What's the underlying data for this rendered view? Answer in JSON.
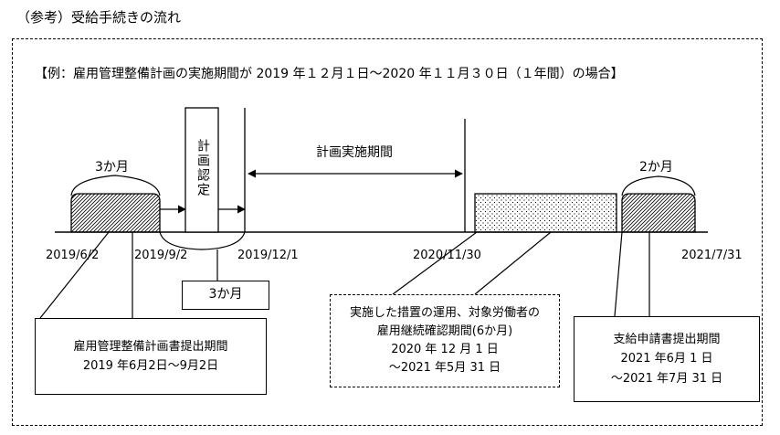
{
  "title": "（参考）受給手続きの流れ",
  "example_label": "【例：雇用管理整備計画の実施期間が 2019 年１２月１日～2020 年１１月３０日（１年間）の場合】",
  "period_label": "計画実施期間",
  "left_months": "3か月",
  "right_months": "2か月",
  "approval_label": "計画認定",
  "approval_months": "3か月",
  "dates": {
    "d1": "2019/6/2",
    "d2": "2019/9/2",
    "d3": "2019/12/1",
    "d4": "2020/11/30",
    "d5": "2021/7/31"
  },
  "box_plan": {
    "line1": "雇用管理整備計画書提出期間",
    "line2": "2019 年6月2日～9月2日"
  },
  "box_measures": {
    "line1": "実施した措置の運用、対象労働者の",
    "line2": "雇用継続確認期間(6か月)",
    "line3": "2020 年 12 月 1 日",
    "line4": "～2021 年5月 31 日"
  },
  "box_application": {
    "line1": "支給申請書提出期間",
    "line2": "2021 年6月 1 日",
    "line3": "～2021 年7月 31 日"
  }
}
